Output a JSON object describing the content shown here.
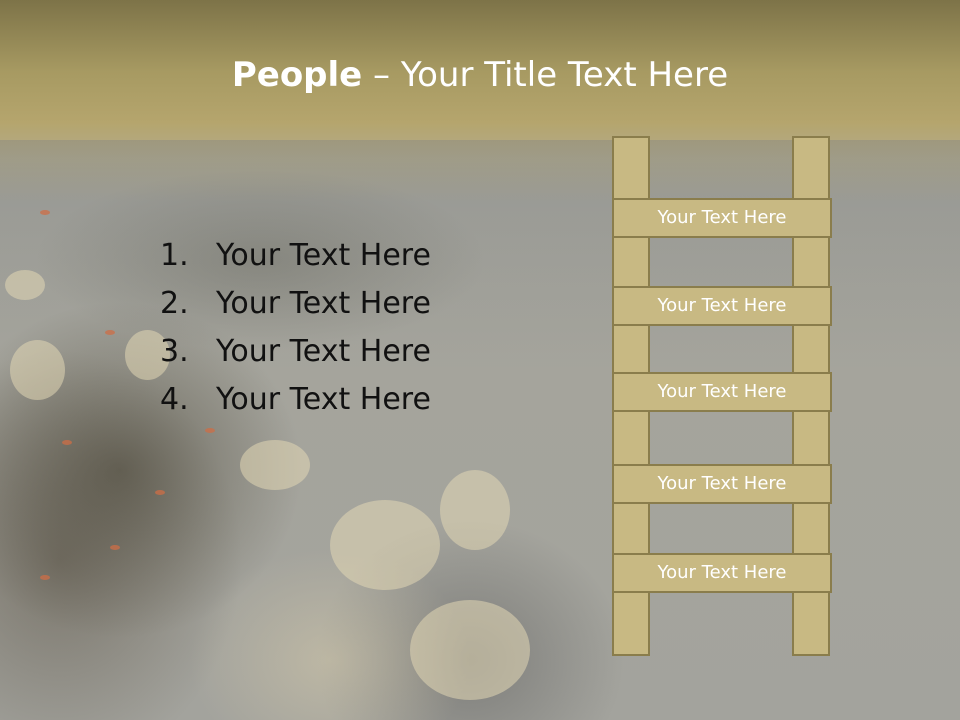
{
  "title": {
    "bold": "People",
    "dash": " – ",
    "rest": "Your Title Text Here"
  },
  "list": {
    "items": [
      {
        "num": "1.",
        "text": "Your Text Here"
      },
      {
        "num": "2.",
        "text": "Your Text Here"
      },
      {
        "num": "3.",
        "text": "Your Text Here"
      },
      {
        "num": "4.",
        "text": "Your Text Here"
      }
    ]
  },
  "ladder": {
    "rungs": [
      "Your Text Here",
      "Your Text Here",
      "Your Text Here",
      "Your Text Here",
      "Your Text Here"
    ]
  },
  "colors": {
    "ladder_fill": "#c8b983",
    "ladder_border": "#8a7d4c",
    "title_bar": "#b5a56d"
  }
}
